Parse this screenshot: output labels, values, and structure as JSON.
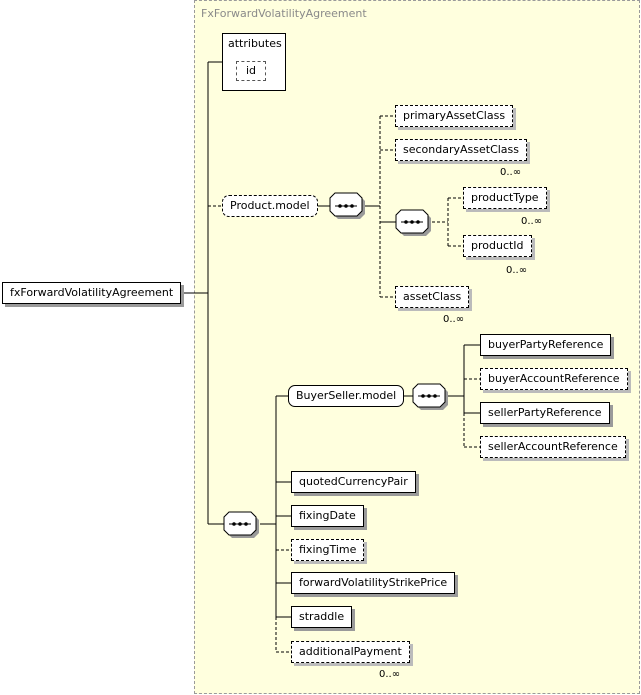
{
  "complex_type": "FxForwardVolatilityAgreement",
  "root": "fxForwardVolatilityAgreement",
  "attributes": {
    "label": "attributes",
    "items": [
      "id"
    ]
  },
  "product_model": {
    "group": "Product.model",
    "elements": [
      "primaryAssetClass",
      "secondaryAssetClass",
      "productType",
      "productId",
      "assetClass"
    ],
    "cardinality": "0..∞"
  },
  "buyer_seller_model": {
    "group": "BuyerSeller.model",
    "elements": [
      "buyerPartyReference",
      "buyerAccountReference",
      "sellerPartyReference",
      "sellerAccountReference"
    ]
  },
  "sequence_elements": [
    "quotedCurrencyPair",
    "fixingDate",
    "fixingTime",
    "forwardVolatilityStrikePrice",
    "straddle",
    "additionalPayment"
  ],
  "colors": {
    "background": "#ffffde",
    "title": "#8a8a8a",
    "shadow": "#9a9a9a"
  }
}
